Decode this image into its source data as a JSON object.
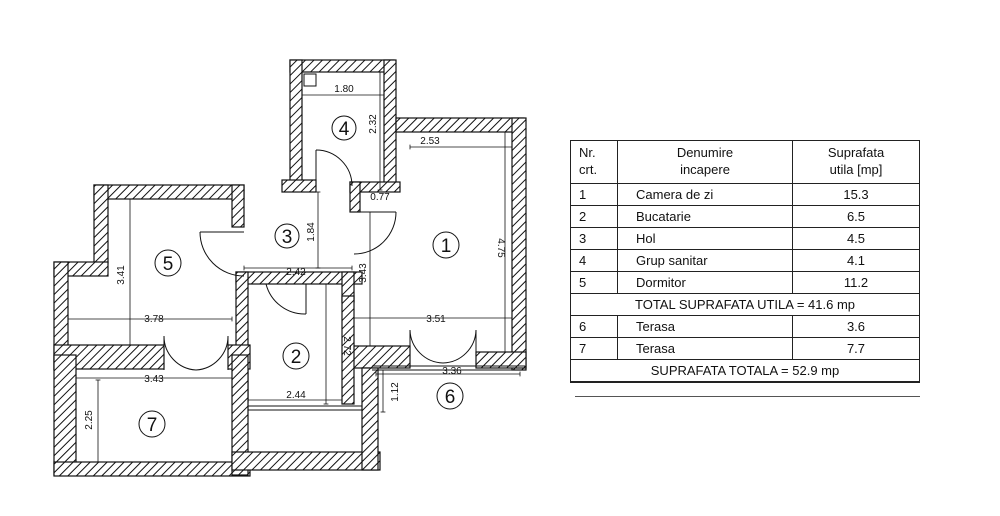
{
  "plan": {
    "rooms": [
      {
        "id": "r1",
        "number": "1"
      },
      {
        "id": "r2",
        "number": "2"
      },
      {
        "id": "r3",
        "number": "3"
      },
      {
        "id": "r4",
        "number": "4"
      },
      {
        "id": "r5",
        "number": "5"
      },
      {
        "id": "r6",
        "number": "6"
      },
      {
        "id": "r7",
        "number": "7"
      }
    ],
    "dimensions": {
      "d_180": "1.80",
      "d_232": "2.32",
      "d_253": "2.53",
      "d_475": "4.75",
      "d_077": "0.77",
      "d_184": "1.84",
      "d_242": "2.42",
      "d_341": "3.41",
      "d_343": "3.43",
      "d_378": "3.78",
      "d_351": "3.51",
      "d_272": "2.72",
      "d_336": "3.36",
      "d_343b": "3.43",
      "d_112": "1.12",
      "d_244": "2.44",
      "d_225": "2.25"
    }
  },
  "table": {
    "header": {
      "nr_line1": "Nr.",
      "nr_line2": "crt.",
      "name_line1": "Denumire",
      "name_line2": "incapere",
      "area_line1": "Suprafata",
      "area_line2": "utila [mp]"
    },
    "rows": [
      {
        "nr": "1",
        "name": "Camera de zi",
        "area": "15.3"
      },
      {
        "nr": "2",
        "name": "Bucatarie",
        "area": "6.5"
      },
      {
        "nr": "3",
        "name": "Hol",
        "area": "4.5"
      },
      {
        "nr": "4",
        "name": "Grup sanitar",
        "area": "4.1"
      },
      {
        "nr": "5",
        "name": "Dormitor",
        "area": "11.2"
      }
    ],
    "total_utila": "TOTAL SUPRAFATA UTILA = 41.6 mp",
    "terrace_rows": [
      {
        "nr": "6",
        "name": "Terasa",
        "area": "3.6"
      },
      {
        "nr": "7",
        "name": "Terasa",
        "area": "7.7"
      }
    ],
    "total": "SUPRAFATA TOTALA = 52.9 mp"
  }
}
